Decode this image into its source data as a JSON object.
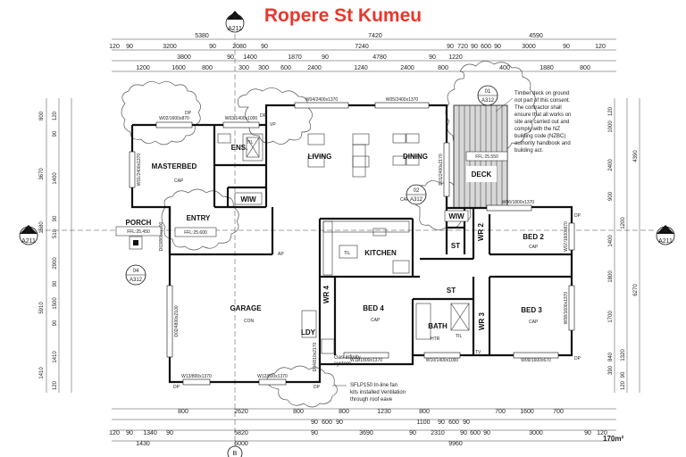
{
  "title": "Ropere St Kumeu",
  "rooms": {
    "masterbed": "MASTERBED",
    "ens": "ENS.",
    "wiw1": "WIW",
    "living": "LIVING",
    "dining": "DINING",
    "deck": "DECK",
    "porch": "PORCH",
    "entry": "ENTRY",
    "kitchen": "KITCHEN",
    "garage": "GARAGE",
    "ldy": "LDY",
    "wr4": "WR 4",
    "bed4": "BED 4",
    "bath": "BATH",
    "wr3": "WR 3",
    "bed3": "BED 3",
    "st1": "ST",
    "st2": "ST",
    "wiw2": "WIW",
    "wr2": "WR 2",
    "bed2": "BED 2"
  },
  "levels": {
    "deck": "FFL:25.550",
    "porch": "FFL:25.450",
    "entry": "FFL:25.600"
  },
  "markers": {
    "section_top_letter": "B",
    "section_top_ref": "A211",
    "section_bottom_letter": "B",
    "left_letter": "A",
    "left_ref": "A211",
    "right_letter": "A",
    "right_ref": "A211",
    "d01_num": "01",
    "d01_ref": "A312",
    "d02_num": "02",
    "d02_ref": "A312",
    "d04_num": "04",
    "d04_ref": "A312"
  },
  "notes": {
    "deck_note": [
      "Timber deck on ground",
      "not part of this consent.",
      "The contractor shall",
      "ensure that all works on",
      "site are carried out and",
      "comply with the NZ",
      "building code (NZBC)",
      "authority handbook and",
      "building act."
    ],
    "fan_note": [
      "SFLP150 In-line fan",
      "kits installed Ventilation",
      "through roof eave"
    ],
    "gas_note": [
      "Gas infinity",
      "system"
    ]
  },
  "windows": {
    "w01": "W01/2400x1370",
    "w02": "W02/1600x870",
    "w03": "W03/1400x1000",
    "w04": "W04/2400x1370",
    "w05": "W05/2400x1370",
    "w06": "W06/1800x1370",
    "w07": "W07/1600x870",
    "w08": "W08/1600x1370",
    "w09": "W09/1600x670",
    "w10": "W10/1400x1000",
    "w11": "W11/1800x1370",
    "w12": "W12/800x1370",
    "w13": "W13/800x1370",
    "d01": "D01/2400x2170",
    "d02": "D02/4800x2100",
    "d03": "D03/860x2100",
    "d04": "D04/810x2170"
  },
  "labels": {
    "dp": "DP",
    "vp": "VP",
    "ap": "AP",
    "cap": "CAP",
    "til": "TIL",
    "tv": "TV",
    "con": "CON",
    "htr": "HTR"
  },
  "area": "170m²",
  "dims": {
    "top1": [
      "5380",
      "7420",
      "4590"
    ],
    "top2": [
      "120",
      "90",
      "3200",
      "90",
      "2080",
      "90",
      "7240",
      "90",
      "720",
      "90",
      "600",
      "90",
      "3000",
      "90",
      "120"
    ],
    "top3": [
      "3800",
      "90",
      "1400",
      "1870",
      "90",
      "4780",
      "90",
      "1220"
    ],
    "top4": [
      "1200",
      "1600",
      "800",
      "300",
      "300",
      "600",
      "2400",
      "1240",
      "2400",
      "800",
      "400",
      "1880",
      "800"
    ],
    "bottom1": [
      "800",
      "2620",
      "800",
      "800",
      "1230",
      "800",
      "700",
      "1600",
      "700"
    ],
    "bottom2": [
      "90",
      "600",
      "90",
      "1100",
      "90",
      "600",
      "90"
    ],
    "bottom3": [
      "120",
      "90",
      "1340",
      "90",
      "5820",
      "90",
      "3690",
      "90",
      "2310",
      "90",
      "600",
      "90",
      "3000",
      "90",
      "120"
    ],
    "bottom4": [
      "1430",
      "6000",
      "9960"
    ],
    "left": [
      "800",
      "3670",
      "1680",
      "5910",
      "1410"
    ],
    "left2": [
      "120",
      "90",
      "1400",
      "90",
      "510",
      "2900",
      "90",
      "1500",
      "90",
      "1410",
      "120"
    ],
    "right": [
      "4390",
      "6270"
    ],
    "right2": [
      "120",
      "1000",
      "2400",
      "900",
      "1200",
      "1400",
      "1800",
      "1700",
      "840",
      "390",
      "1320",
      "90",
      "120"
    ]
  }
}
